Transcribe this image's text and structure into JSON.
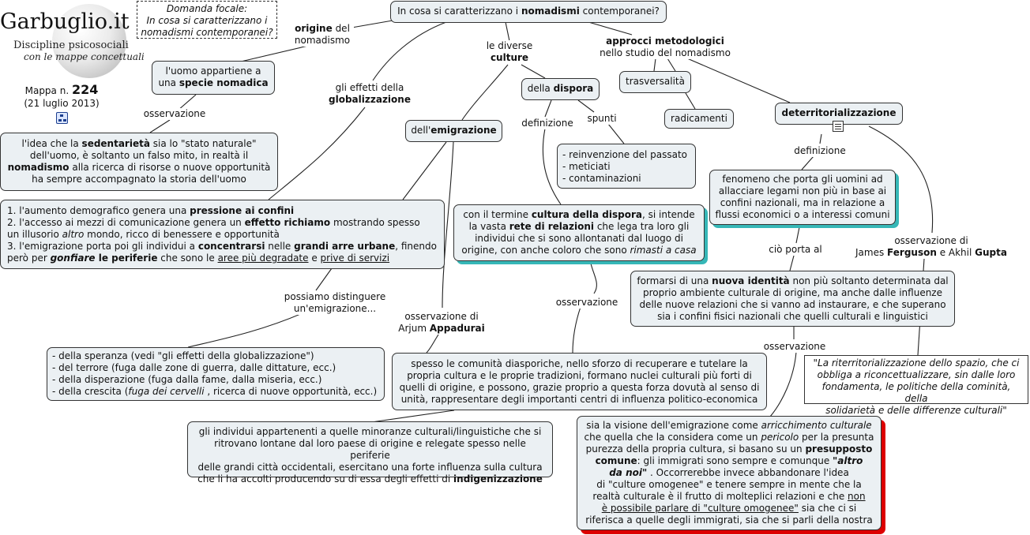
{
  "logo": {
    "title": "Garbuglio.it",
    "subtitle": "Discipline psicosociali",
    "tagline": "con le mappe concettuali"
  },
  "map_info": {
    "label": "Mappa n.",
    "number": "224",
    "date": "(21 luglio 2013)"
  },
  "focal_question": {
    "title": "Domanda focale:",
    "text": "In cosa si caratterizzano i nomadismi contemporanei?"
  },
  "root": {
    "pre": "In cosa si caratterizzano i ",
    "bold": "nomadismi",
    "post": " contemporanei?"
  },
  "labels": {
    "origine_bold": "origine",
    "origine_rest1": " del",
    "origine_rest2": "nomadismo",
    "osservazione": "osservazione",
    "effetti_1": "gli effetti della",
    "effetti_2": "globalizzazione",
    "diverse_1": "le diverse",
    "diverse_2": "culture",
    "approcci_1": "approcci metodologici",
    "approcci_2": "nello studio del nomadismo",
    "definizione": "definizione",
    "spunti": "spunti",
    "distinguere_1": "possiamo distinguere",
    "distinguere_2": "un'emigrazione...",
    "oss_appadurai_1": "osservazione di",
    "oss_appadurai_2_pre": "Arjum ",
    "oss_appadurai_2_bold": "Appadurai",
    "cio_porta": "ciò porta al",
    "oss_fg_1": "osservazione di",
    "oss_fg_2_pre": "James ",
    "oss_fg_2_b1": "Ferguson",
    "oss_fg_2_mid": " e Akhil ",
    "oss_fg_2_b2": "Gupta"
  },
  "nodes": {
    "specie": {
      "l1": "l'uomo appartiene a",
      "l2_pre": "una ",
      "l2_bold": "specie nomadica"
    },
    "sedentarieta": {
      "l1_pre": "l'idea che la ",
      "l1_bold": "sedentarietà",
      "l1_post": " sia lo \"stato naturale\"",
      "l2": "dell'uomo, è soltanto un falso mito, in realtà il",
      "l3_bold": "nomadismo",
      "l3_post": " alla ricerca di risorse o nuove opportunità",
      "l4": "ha sempre accompagnato la storia dell'uomo"
    },
    "effetti_list": {
      "l1_pre": "1. l'aumento demografico genera una ",
      "l1_bold": "pressione ai confini",
      "l2_pre": "2. l'accesso ai mezzi di comunicazione genera un ",
      "l2_bold": "effetto richiamo",
      "l2_post": " mostrando spesso",
      "l3_pre": "un illusorio ",
      "l3_it": "altro",
      "l3_post": "  mondo, ricco di benessere e opportunità",
      "l4_pre": "3. l'emigrazione porta poi gli individui a ",
      "l4_b1": "concentrarsi",
      "l4_mid": " nelle ",
      "l4_b2": "grandi arre urbane",
      "l4_post": ", finendo",
      "l5_pre": "però per ",
      "l5_bi": "gonfiare",
      "l5_b": "  le periferie",
      "l5_mid": " che sono le ",
      "l5_u1": "aree più degradate",
      "l5_and": " e ",
      "l5_u2": "prive di servizi"
    },
    "emigrazione": {
      "pre": "dell'",
      "bold": "emigrazione"
    },
    "dispora": {
      "pre": "della ",
      "bold": "dispora"
    },
    "trasversalita": {
      "text": "trasversalità"
    },
    "radicamenti": {
      "text": "radicamenti"
    },
    "deterr": {
      "bold": "deterritorializzazione"
    },
    "spunti_list": {
      "l1": "- reinvenzione del passato",
      "l2": "- meticiati",
      "l3": "- contaminazioni"
    },
    "cultura_dispora": {
      "l1_pre": "con il termine ",
      "l1_bold": "cultura della dispora",
      "l1_post": ", si intende",
      "l2_pre": "la vasta ",
      "l2_bold": "rete di relazioni",
      "l2_post": " che lega tra loro gli",
      "l3": "individui che si sono allontanati dal luogo di",
      "l4_pre": "origine, con anche coloro che sono ",
      "l4_it": "rimasti a casa"
    },
    "fenomeno": {
      "l1": "fenomeno che porta gli uomini ad",
      "l2": "allacciare legami non più in base ai",
      "l3": "confini nazionali, ma in relazione a",
      "l4": "flussi economici o a interessi comuni"
    },
    "identita": {
      "l1_pre": "formarsi di una ",
      "l1_bold": "nuova identità",
      "l1_post": " non più soltanto determinata dal",
      "l2": "proprio ambiente culturale di origine, ma anche dalle influenze",
      "l3": "delle nuove relazioni che si vanno ad instaurare, e che superano",
      "l4": "sia i confini fisici nazionali che quelli culturali e linguistici"
    },
    "quote": {
      "l1": "\"La riterritorializzazione dello spazio, che ci",
      "l2": "obbliga a riconcettualizzare, sin dalle loro",
      "l3": "fondamenta, le politiche della cominità, della",
      "l4": "solidarietà e delle differenze culturali\""
    },
    "speranza": {
      "l1": "- della speranza (vedi \"gli effetti della globalizzazione\")",
      "l2": "- del terrore (fuga dalle zone di guerra, dalle dittature, ecc.)",
      "l3": "- della disperazione (fuga dalla fame, dalla miseria, ecc.)",
      "l4_pre": "- della crescita (",
      "l4_it": "fuga dei cervelli",
      "l4_post": " , ricerca di nuove opportunità, ecc.)"
    },
    "diasporiche": {
      "l1": "spesso le comunità diasporiche, nello sforzo di recuperare e tutelare la",
      "l2": "propria cultura e le proprie tradizioni, formano nuclei culturali più forti di",
      "l3": "quelli di origine, e possono, grazie proprio a questa forza dovutà al senso di",
      "l4": "unità, rappresentare degli importanti centri di influenza politico-economica"
    },
    "minoranze": {
      "l1": "gli individui appartenenti a quelle minoranze culturali/linguistiche che si",
      "l2": "ritrovano lontane dal loro paese di origine e relegate spesso nelle periferie",
      "l3": "delle grandi città occidentali, esercitano una forte influenza sulla cultura",
      "l4_pre": "che li ha accolti producendo su di essa degli effetti di ",
      "l4_bold": "indigenizzazione"
    },
    "visione": {
      "l1_pre": "sia la visione dell'emigrazione come ",
      "l1_it": "arricchimento culturale",
      "l2_pre": "che quella che la considera come un ",
      "l2_it": "pericolo",
      "l2_post": "  per la presunta",
      "l3_pre": "purezza della propria cultura, si basano su un ",
      "l3_bold": "presupposto",
      "l4_bold": "comune",
      "l4_mid": ": gli immigrati sono sempre e comunque ",
      "l4_bi": "\"altro",
      "l5_bi": "da noi\"",
      "l5_post": " . Occorrerebbe invece abbandonare l'idea",
      "l6": "di \"culture omogenee\" e tenere sempre in mente che la",
      "l7_pre": "realtà culturale è il frutto di molteplici relazioni e che ",
      "l7_u": "non",
      "l8_u": "è possibile parlare di \"culture omogenee\"",
      "l8_post": " sia che ci si",
      "l9": "riferisca a quelle degli immigrati, sia che si parli della nostra"
    }
  },
  "colors": {
    "node_fill": "#ebf0f3",
    "border": "#333333",
    "shadow_cyan": "#36b7b7",
    "shadow_red": "#dd0000",
    "link": "#222222"
  },
  "icons": [
    "mindmap-icon",
    "document-icon"
  ]
}
